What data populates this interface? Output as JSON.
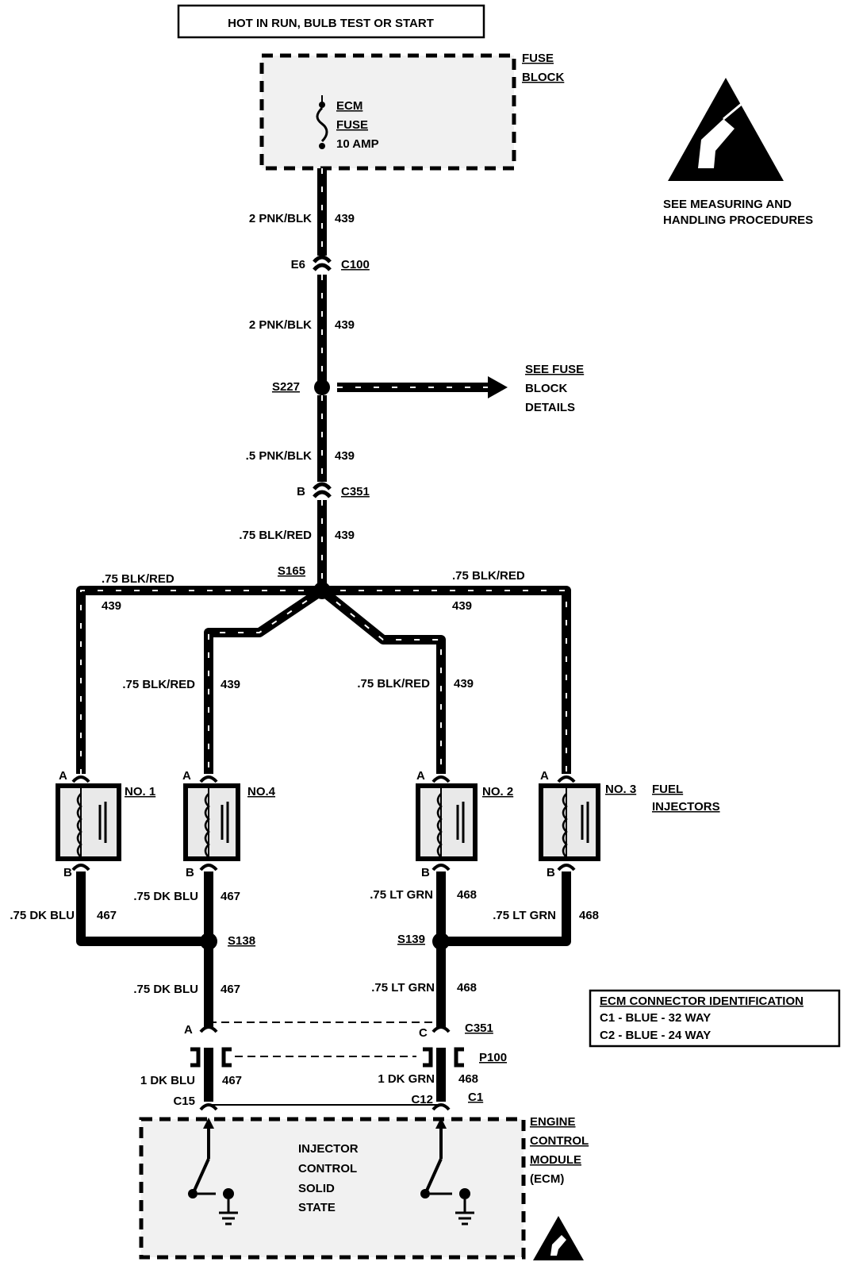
{
  "header": {
    "power_label": "HOT IN RUN, BULB TEST OR START"
  },
  "fuse_block": {
    "title_line1": "FUSE",
    "title_line2": "BLOCK",
    "fuse_line1": "ECM",
    "fuse_line2": "FUSE",
    "fuse_line3": "10 AMP"
  },
  "esd_notice": {
    "line1": "SEE MEASURING AND",
    "line2": "HANDLING PROCEDURES"
  },
  "trunk": {
    "w1_gauge": "2 PNK/BLK",
    "w1_circuit": "439",
    "c100_pin": "E6",
    "c100_name": "C100",
    "w2_gauge": "2 PNK/BLK",
    "w2_circuit": "439",
    "s227": "S227",
    "see_line1": "SEE FUSE",
    "see_line2": "BLOCK",
    "see_line3": "DETAILS",
    "w3_gauge": ".5 PNK/BLK",
    "w3_circuit": "439",
    "c351_pin": "B",
    "c351_name": "C351",
    "w4_gauge": ".75 BLK/RED",
    "w4_circuit": "439",
    "s165": "S165"
  },
  "branches": {
    "left_gauge": ".75 BLK/RED",
    "left_circuit": "439",
    "right_gauge": ".75 BLK/RED",
    "right_circuit": "439",
    "inner_left_gauge": ".75 BLK/RED",
    "inner_left_circuit": "439",
    "inner_right_gauge": ".75 BLK/RED",
    "inner_right_circuit": "439"
  },
  "injectors": {
    "group_line1": "FUEL",
    "group_line2": "INJECTORS",
    "items": [
      {
        "name": "NO. 1",
        "pin_a": "A",
        "pin_b": "B"
      },
      {
        "name": "NO.4",
        "pin_a": "A",
        "pin_b": "B"
      },
      {
        "name": "NO. 2",
        "pin_a": "A",
        "pin_b": "B"
      },
      {
        "name": "NO. 3",
        "pin_a": "A",
        "pin_b": "B"
      }
    ]
  },
  "lower": {
    "no1_gauge": ".75 DK BLU",
    "no1_circuit": "467",
    "no4_gauge": ".75 DK BLU",
    "no4_circuit": "467",
    "no2_gauge": ".75 LT GRN",
    "no2_circuit": "468",
    "no3_gauge": ".75 LT GRN",
    "no3_circuit": "468",
    "s138": "S138",
    "s139": "S139",
    "left_trunk_gauge": ".75 DK BLU",
    "left_trunk_circuit": "467",
    "right_trunk_gauge": ".75 LT GRN",
    "right_trunk_circuit": "468",
    "c351_pin_a": "A",
    "c351_pin_c": "C",
    "c351_name": "C351",
    "p100_name": "P100",
    "ecm_left_gauge": "1 DK BLU",
    "ecm_left_circuit": "467",
    "ecm_right_gauge": "1 DK GRN",
    "ecm_right_circuit": "468",
    "pin_c15": "C15",
    "pin_c12": "C12",
    "c1_name": "C1"
  },
  "ecm_connector_id": {
    "title": "ECM CONNECTOR IDENTIFICATION",
    "row1": "C1 - BLUE - 32 WAY",
    "row2": "C2 - BLUE - 24 WAY"
  },
  "ecm": {
    "title_line1": "ENGINE",
    "title_line2": "CONTROL",
    "title_line3": "MODULE",
    "title_line4": "(ECM)",
    "inner_line1": "INJECTOR",
    "inner_line2": "CONTROL",
    "inner_line3": "SOLID",
    "inner_line4": "STATE"
  }
}
